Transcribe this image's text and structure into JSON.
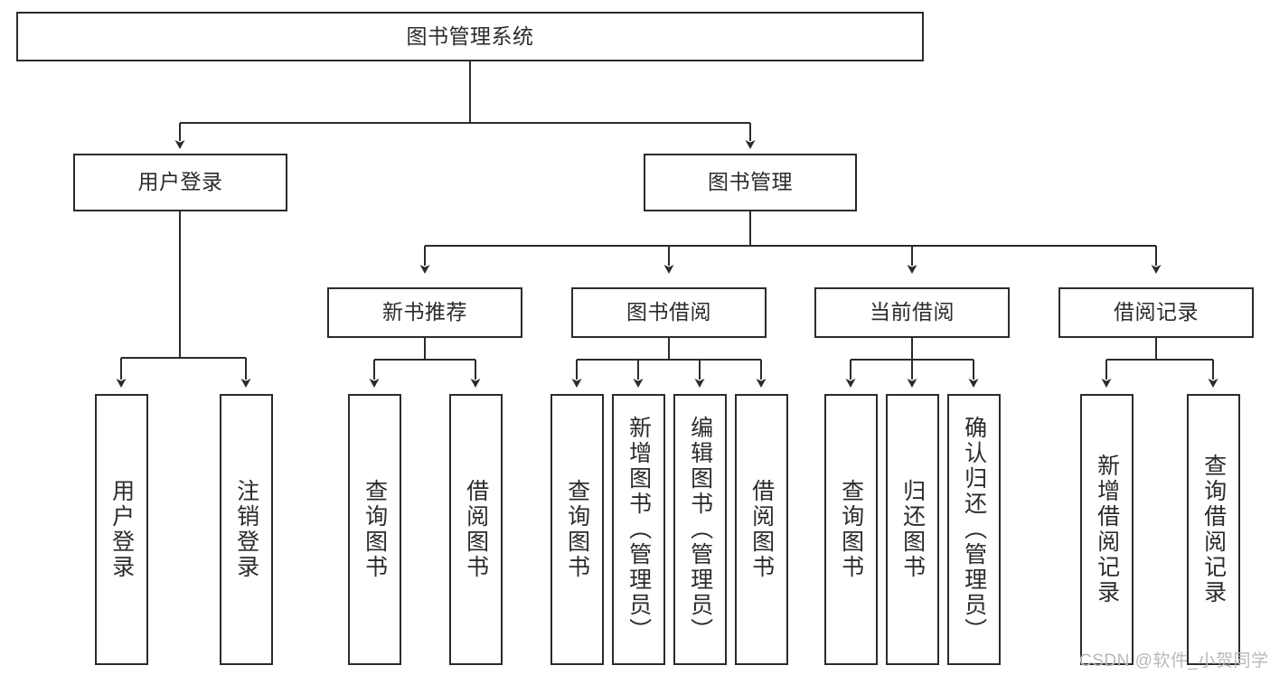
{
  "diagram": {
    "title": "图书管理系统",
    "type": "hierarchy-tree",
    "accent_color": "#2b2b2b",
    "background_color": "#ffffff",
    "nodes": {
      "root": {
        "label": "图书管理系统"
      },
      "level2": [
        {
          "label": "用户登录"
        },
        {
          "label": "图书管理"
        }
      ],
      "level3": [
        {
          "label": "新书推荐"
        },
        {
          "label": "图书借阅"
        },
        {
          "label": "当前借阅"
        },
        {
          "label": "借阅记录"
        }
      ],
      "leaves_login": [
        {
          "label": "用户登录"
        },
        {
          "label": "注销登录"
        }
      ],
      "leaves_newbook": [
        {
          "label": "查询图书"
        },
        {
          "label": "借阅图书"
        }
      ],
      "leaves_borrow": [
        {
          "label": "查询图书"
        },
        {
          "label": "新增图书（管理员）"
        },
        {
          "label": "编辑图书（管理员）"
        },
        {
          "label": "借阅图书"
        }
      ],
      "leaves_current": [
        {
          "label": "查询图书"
        },
        {
          "label": "归还图书"
        },
        {
          "label": "确认归还（管理员）"
        }
      ],
      "leaves_record": [
        {
          "label": "新增借阅记录"
        },
        {
          "label": "查询借阅记录"
        }
      ]
    }
  },
  "watermark": {
    "text": "CSDN @软件_小贺同学",
    "color": "#b9b9b9"
  }
}
